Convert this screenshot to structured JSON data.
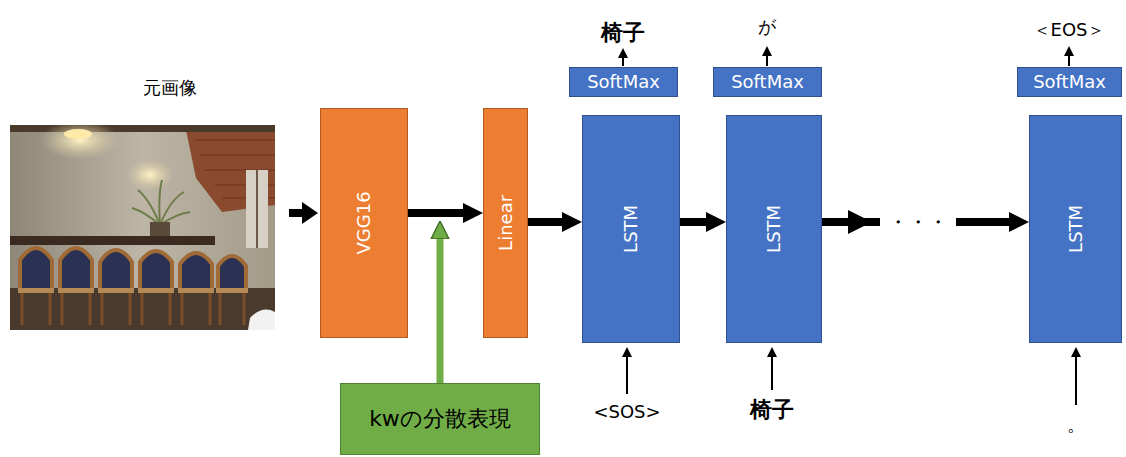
{
  "diagram": {
    "nodes": [
      {
        "text": [
          "VGG16"
        ]
      },
      {
        "text": [
          "Linear"
        ]
      },
      {
        "text": [
          "SoftMax"
        ]
      },
      {
        "text": [
          "LSTM"
        ]
      },
      {
        "text": [
          "SoftMax"
        ]
      },
      {
        "text": [
          "LSTM"
        ]
      },
      {
        "text": [
          "SoftMax"
        ]
      },
      {
        "text": [
          "LSTM"
        ]
      },
      {
        "text": [
          "kwの分散表現"
        ]
      }
    ],
    "edges": [
      {
        "from": 0,
        "to": 1,
        "arrow": "to"
      },
      {
        "from": 8,
        "to": 1,
        "arrow": "to"
      },
      {
        "from": 1,
        "to": 3,
        "arrow": "to"
      },
      {
        "from": 3,
        "to": 5,
        "arrow": "to"
      },
      {
        "from": 5,
        "to": 7,
        "arrow": "to"
      }
    ],
    "labels": [
      "元画像",
      "椅子",
      "が",
      "＜EOS＞",
      "<SOS>",
      "椅子",
      "。",
      "・・・"
    ]
  }
}
